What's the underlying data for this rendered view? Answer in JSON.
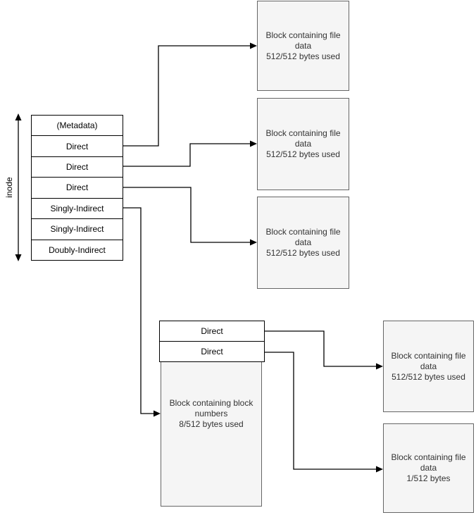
{
  "inode": {
    "label": "inode",
    "rows": [
      "(Metadata)",
      "Direct",
      "Direct",
      "Direct",
      "Singly-Indirect",
      "Singly-Indirect",
      "Doubly-Indirect"
    ]
  },
  "direct_blocks": [
    {
      "label": "Block containing file data",
      "usage": "512/512 bytes used"
    },
    {
      "label": "Block containing file data",
      "usage": "512/512 bytes used"
    },
    {
      "label": "Block containing file data",
      "usage": "512/512 bytes used"
    }
  ],
  "indirect_block": {
    "rows": [
      "Direct",
      "Direct"
    ],
    "label": "Block containing block numbers",
    "usage": "8/512 bytes used"
  },
  "indirect_data_blocks": [
    {
      "label": "Block containing file data",
      "usage": "512/512 bytes used"
    },
    {
      "label": "Block containing file data",
      "usage": "1/512 bytes"
    }
  ],
  "colors": {
    "block_fill": "#f5f5f5",
    "block_border": "#666666",
    "block_text": "#333333",
    "table_fill": "#ffffff",
    "table_border": "#000000",
    "line": "#000000",
    "background": "#ffffff"
  }
}
